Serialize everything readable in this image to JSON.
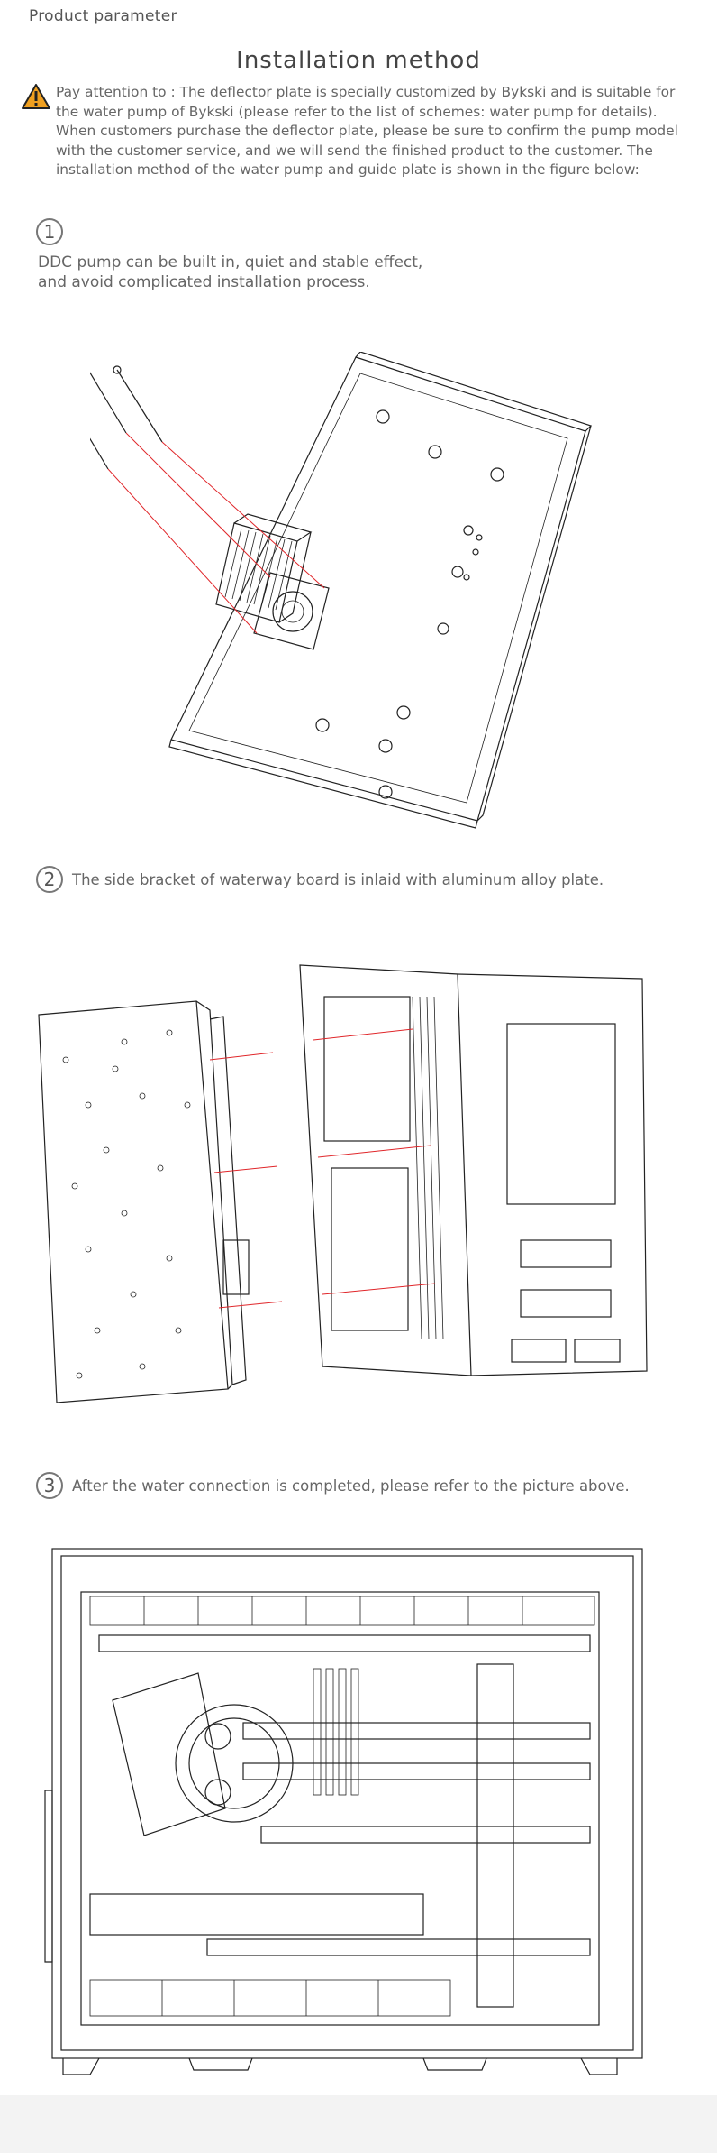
{
  "header": {
    "tab_label": "Product parameter"
  },
  "page": {
    "title": "Installation method"
  },
  "notice": {
    "text": "Pay attention to : The deflector plate is specially customized by Bykski and is suitable for the water pump of Bykski (please refer to the list of schemes: water pump for details). When customers purchase the deflector plate, please be sure to confirm the pump model with the customer service, and we will send the finished product to the customer. The installation method of the water pump and guide plate is shown in the figure below:",
    "icon": "warning-triangle-icon",
    "icon_color": "#f0a020"
  },
  "steps": [
    {
      "number": "1",
      "text_line1": "DDC pump can be built in, quiet and stable effect,",
      "text_line2": "and avoid complicated installation process."
    },
    {
      "number": "2",
      "text": "The side bracket of waterway board is inlaid with aluminum alloy plate."
    },
    {
      "number": "3",
      "text": "After the water connection is completed, please refer to the picture above."
    }
  ],
  "colors": {
    "accent_line": "#e0262a",
    "text": "#666666"
  }
}
